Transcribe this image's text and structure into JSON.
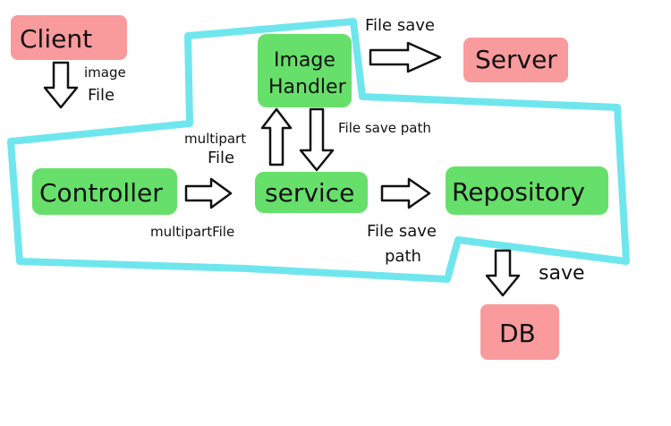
{
  "colors": {
    "external_node": "#f99a9c",
    "internal_node": "#66e06a",
    "boundary": "#6fe6ee",
    "ink": "#111111"
  },
  "nodes": {
    "client": "Client",
    "image_handler_line1": "Image",
    "image_handler_line2": "Handler",
    "server": "Server",
    "controller": "Controller",
    "service": "service",
    "repository": "Repository",
    "db": "DB"
  },
  "edge_labels": {
    "client_to_controller_line1": "image",
    "client_to_controller_line2": "File",
    "handler_to_server": "File save",
    "handler_to_service": "File save path",
    "service_to_handler_line1": "multipart",
    "service_to_handler_line2": "File",
    "controller_to_service": "multipartFile",
    "service_to_repository_line1": "File save",
    "service_to_repository_line2": "path",
    "repository_to_db": "save"
  }
}
